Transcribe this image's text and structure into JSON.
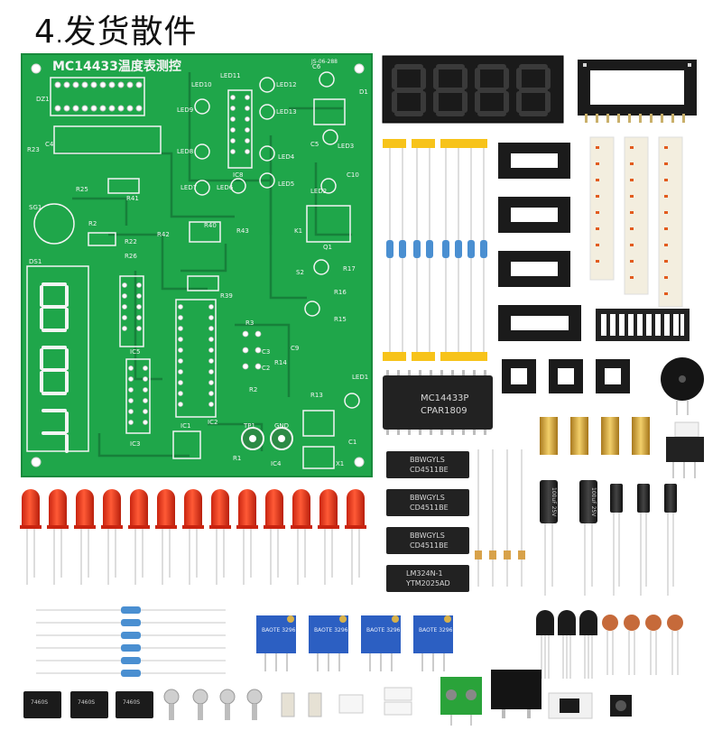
{
  "heading": {
    "number": "4",
    "dot": ".",
    "text": "发货散件"
  },
  "pcb": {
    "title": "MC14433温度表测控",
    "silkscreen": [
      "DZ1",
      "R23",
      "C4",
      "R25",
      "R41",
      "SG1",
      "R2",
      "R22",
      "R26",
      "DS1",
      "R40",
      "R42",
      "R43",
      "IC8",
      "IC5",
      "IC3",
      "IC2",
      "IC1",
      "IC4",
      "R39",
      "R3",
      "C3",
      "C2",
      "R14",
      "R1",
      "R2",
      "R13",
      "R15",
      "R16",
      "R17",
      "K1",
      "Q1",
      "S2",
      "C9",
      "LED1",
      "LED2",
      "LED3",
      "LED4",
      "LED5",
      "LED6",
      "LED7",
      "LED8",
      "LED9",
      "LED10",
      "LED11",
      "LED12",
      "LED13",
      "C5",
      "C6",
      "C10",
      "D1",
      "TP1",
      "GND",
      "X1",
      "C1"
    ],
    "date_code": "JS-06-288"
  },
  "chips": [
    {
      "line1": "MC14433P",
      "line2": "CPAR1809"
    },
    {
      "line1": "BBWGYLS",
      "line2": "CD4511BE"
    },
    {
      "line1": "BBWGYLS",
      "line2": "CD4511BE"
    },
    {
      "line1": "BBWGYLS",
      "line2": "CD4511BE"
    },
    {
      "line1": "LM324N-1",
      "line2": "YTM2025AD"
    }
  ],
  "small_chips": [
    "7460S",
    "7460S",
    "7460S"
  ],
  "pots": [
    "BAOTE 3296",
    "BAOTE 3296",
    "BAOTE 3296",
    "BAOTE 3296"
  ],
  "caps": [
    "100uF 25V",
    "100uF 25V"
  ],
  "colors": {
    "pcb": "#1fa64a",
    "pcb_trace": "#17803a",
    "silk": "#f4f4f4",
    "led_red": "#e8391c",
    "header_yellow": "#f7c31a",
    "pot_blue": "#2c5fc2",
    "terminal_green": "#2aa33a"
  },
  "icons": [
    "pcb-board",
    "seven-segment-display",
    "ic-socket",
    "dip-chip",
    "red-led",
    "resistor",
    "potentiometer",
    "capacitor",
    "buzzer",
    "switch",
    "screw",
    "terminal-block",
    "relay",
    "transistor"
  ]
}
